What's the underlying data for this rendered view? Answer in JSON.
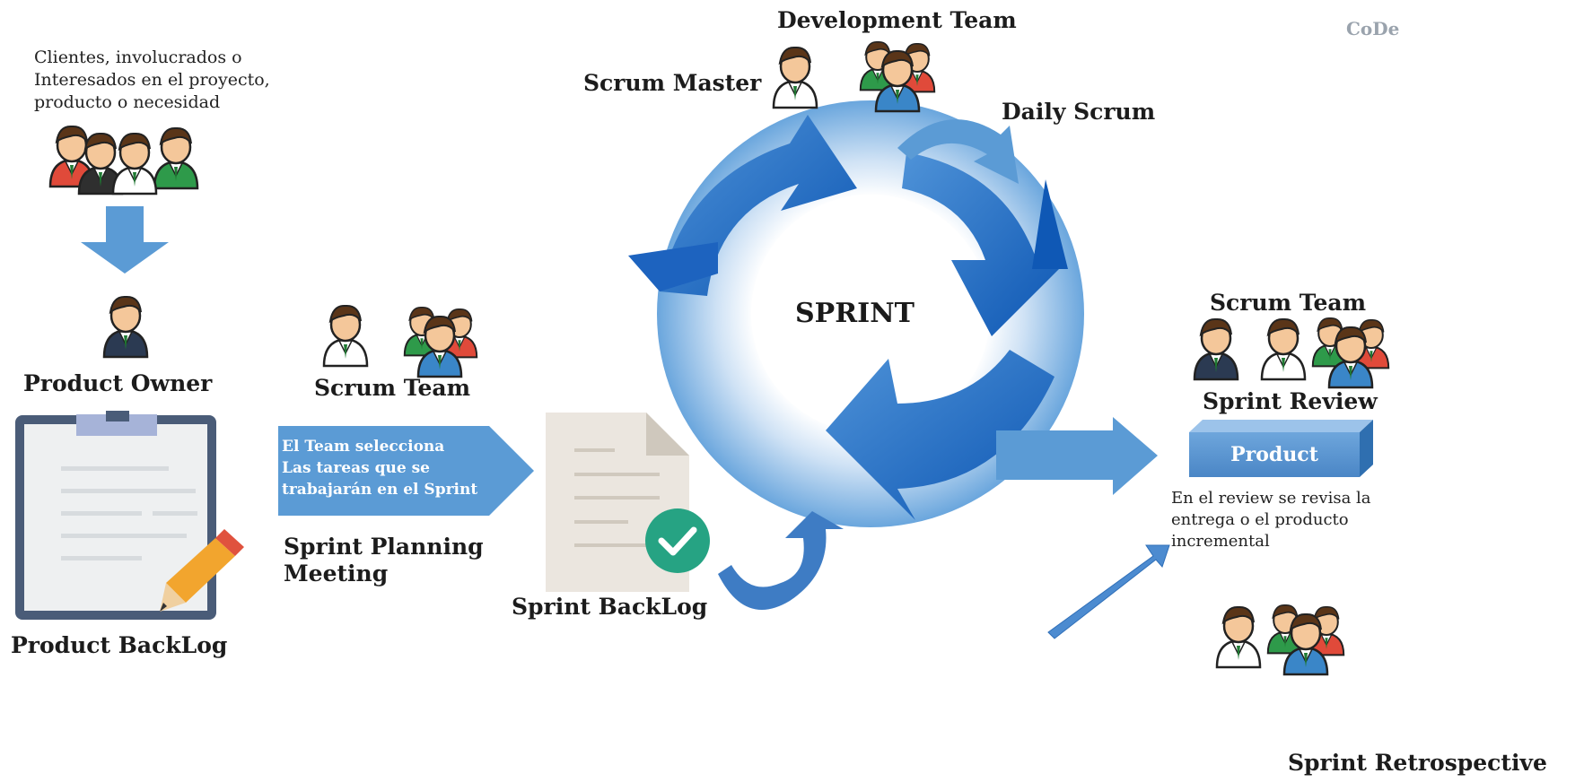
{
  "watermark": "CoDe",
  "stakeholders": {
    "note_lines": [
      "Clientes, involucrados o",
      "Interesados en el proyecto,",
      "producto o necesidad"
    ]
  },
  "product_owner": {
    "label": "Product Owner"
  },
  "product_backlog": {
    "label": "Product BackLog"
  },
  "planning": {
    "team_label": "Scrum Team",
    "arrow_lines": [
      "El Team selecciona",
      "Las tareas que se",
      "trabajarán en el Sprint"
    ],
    "meeting_lines": [
      "Sprint Planning",
      "Meeting"
    ]
  },
  "sprint_backlog": {
    "label": "Sprint BackLog"
  },
  "sprint": {
    "center_label": "SPRINT",
    "scrum_master_label": "Scrum Master",
    "development_team_label": "Development Team",
    "daily_scrum_label": "Daily Scrum"
  },
  "review": {
    "team_label": "Scrum Team",
    "review_label": "Sprint Review",
    "product_label": "Product",
    "note_lines": [
      "En el review se revisa la",
      "entrega o el producto",
      "incremental"
    ]
  },
  "retrospective": {
    "label": "Sprint Retrospective"
  },
  "colors": {
    "arrow_blue": "#5b9bd5",
    "cycle_dark": "#1565c0",
    "cycle_light": "#bcd7f0",
    "check_green": "#26a383",
    "clipboard_border": "#4a5c78"
  }
}
